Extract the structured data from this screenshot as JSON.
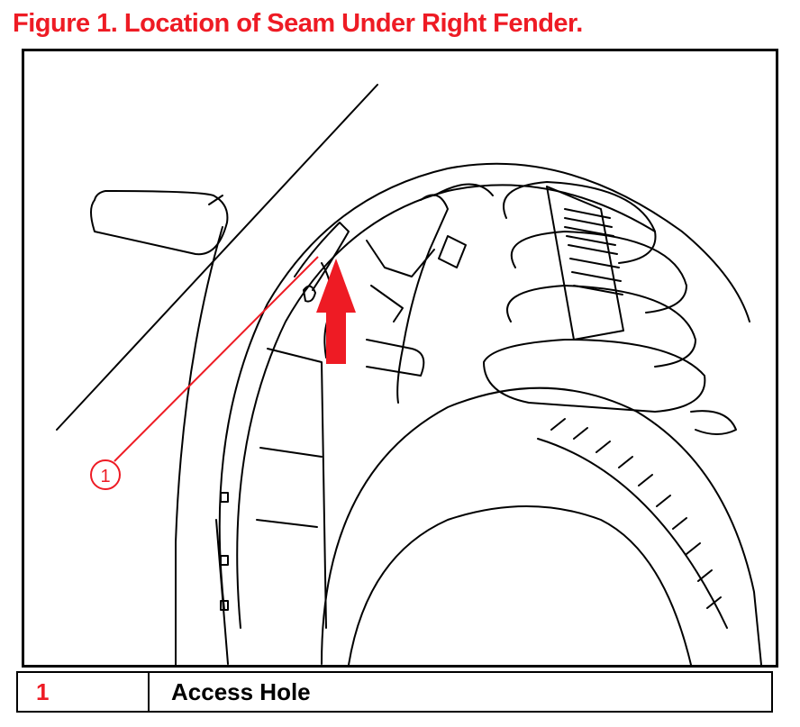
{
  "title": "Figure 1. Location of Seam Under Right Fender.",
  "callout": {
    "number": "1"
  },
  "legend": [
    {
      "number": "1",
      "description": "Access Hole"
    }
  ],
  "colors": {
    "accent": "#ee1b24",
    "line": "#000000",
    "background": "#ffffff"
  }
}
